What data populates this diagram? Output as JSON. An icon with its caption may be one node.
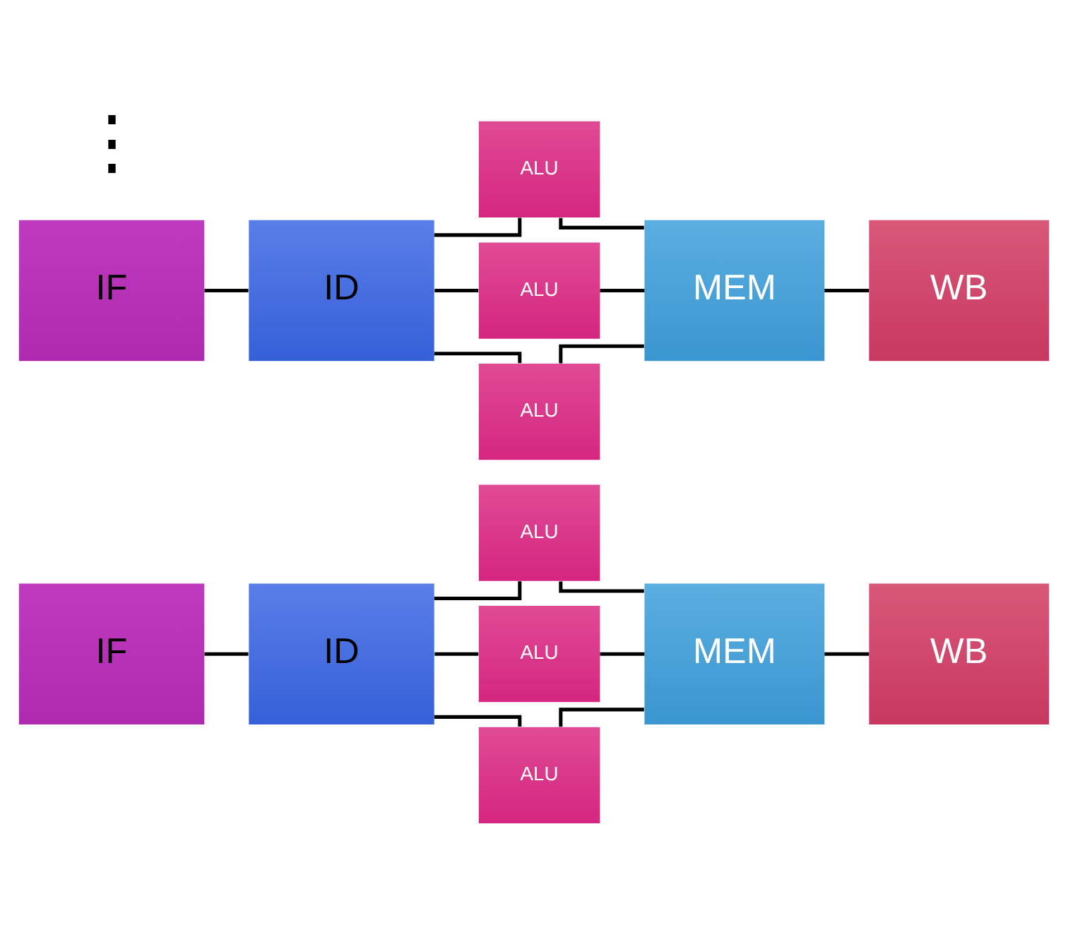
{
  "diagram": {
    "nodes": [
      {
        "text": [
          "IF"
        ]
      },
      {
        "text": [
          "ID"
        ]
      },
      {
        "text": [
          "ALU"
        ]
      },
      {
        "text": [
          "ALU"
        ]
      },
      {
        "text": [
          "ALU"
        ]
      },
      {
        "text": [
          "MEM"
        ]
      },
      {
        "text": [
          "WB"
        ]
      },
      {
        "text": [
          "IF"
        ]
      },
      {
        "text": [
          "ID"
        ]
      },
      {
        "text": [
          "ALU"
        ]
      },
      {
        "text": [
          "ALU"
        ]
      },
      {
        "text": [
          "ALU"
        ]
      },
      {
        "text": [
          "MEM"
        ]
      },
      {
        "text": [
          "WB"
        ]
      }
    ],
    "edges": [
      {
        "from": 0,
        "to": 1,
        "arrow": "none"
      },
      {
        "from": 1,
        "to": 2,
        "arrow": "none"
      },
      {
        "from": 1,
        "to": 3,
        "arrow": "none"
      },
      {
        "from": 1,
        "to": 4,
        "arrow": "none"
      },
      {
        "from": 2,
        "to": 5,
        "arrow": "none"
      },
      {
        "from": 3,
        "to": 5,
        "arrow": "none"
      },
      {
        "from": 4,
        "to": 5,
        "arrow": "none"
      },
      {
        "from": 5,
        "to": 6,
        "arrow": "none"
      },
      {
        "from": 7,
        "to": 8,
        "arrow": "none"
      },
      {
        "from": 8,
        "to": 9,
        "arrow": "none"
      },
      {
        "from": 8,
        "to": 10,
        "arrow": "none"
      },
      {
        "from": 8,
        "to": 11,
        "arrow": "none"
      },
      {
        "from": 9,
        "to": 12,
        "arrow": "none"
      },
      {
        "from": 10,
        "to": 12,
        "arrow": "none"
      },
      {
        "from": 11,
        "to": 12,
        "arrow": "none"
      },
      {
        "from": 12,
        "to": 13,
        "arrow": "none"
      }
    ],
    "labels": [
      "⋮"
    ]
  }
}
